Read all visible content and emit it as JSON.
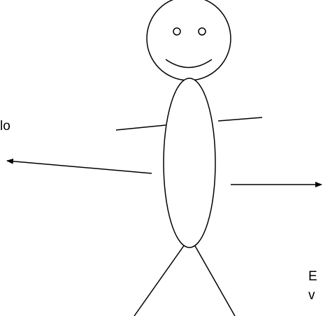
{
  "labels": {
    "left_partial": "lo",
    "right_partial_line1": "E",
    "right_partial_line2": "v"
  },
  "colors": {
    "stroke": "#000000",
    "background": "#ffffff"
  }
}
